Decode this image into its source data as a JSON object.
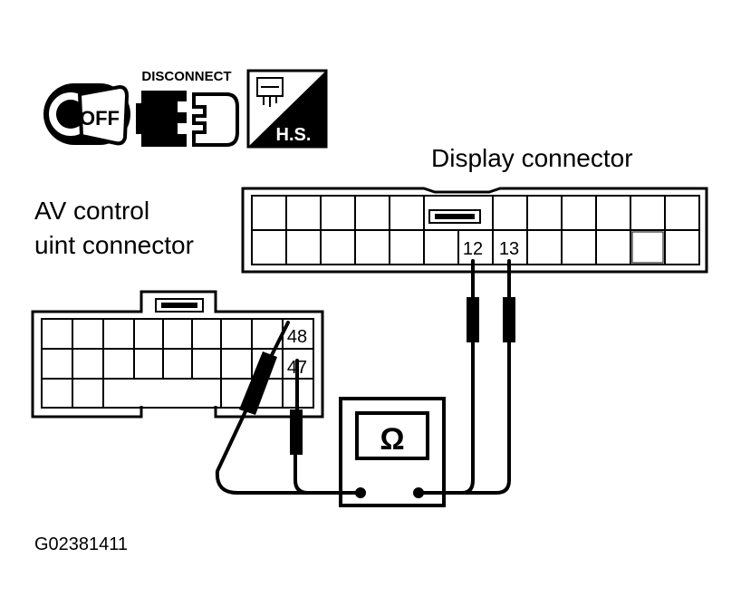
{
  "icons": {
    "ignition": {
      "icon": "ignition-key-off-icon",
      "label": "OFF"
    },
    "disconnect": {
      "icon": "connector-disconnect-icon",
      "label": "DISCONNECT"
    },
    "harness_side": {
      "icon": "harness-side-icon",
      "label": "H.S."
    }
  },
  "display_connector": {
    "title": "Display connector",
    "pin_a": "12",
    "pin_b": "13"
  },
  "av_connector": {
    "title_line1": "AV control",
    "title_line2": "uint connector",
    "pin_a": "48",
    "pin_b": "47"
  },
  "meter": {
    "symbol": "Ω",
    "icon": "ohmmeter-icon"
  },
  "figure_code": "G02381411"
}
